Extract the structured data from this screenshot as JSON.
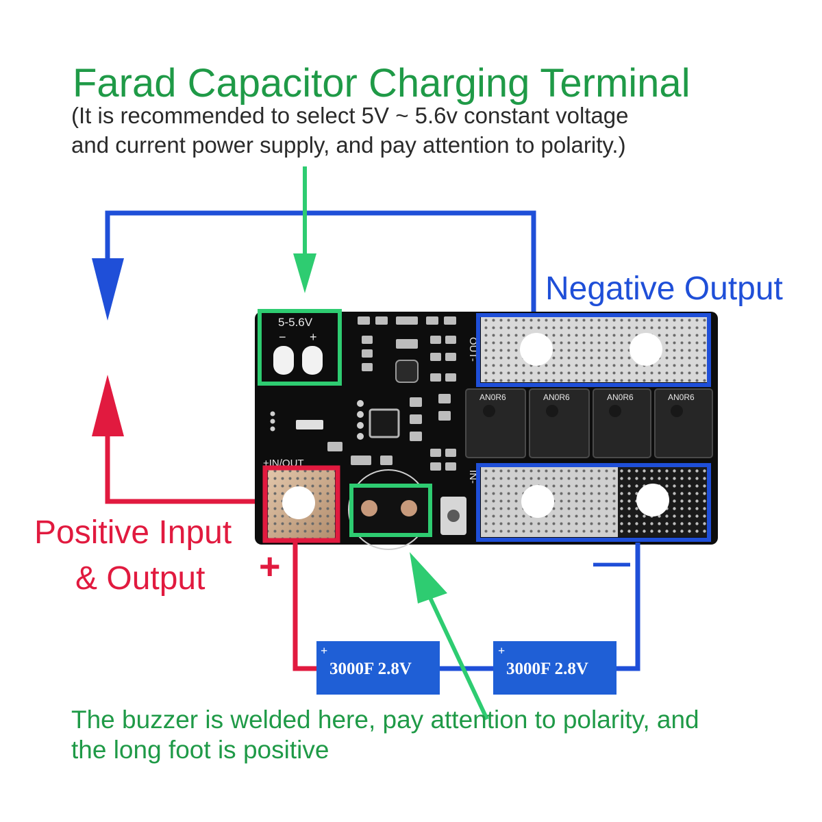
{
  "title": "Farad Capacitor Charging Terminal",
  "note_line1": "(It is recommended to select 5V ~ 5.6v constant voltage",
  "note_line2": "and current power supply, and pay attention to polarity.)",
  "negative_output_label": "Negative Output",
  "positive_label_line1": "Positive Input",
  "positive_label_line2": "& Output",
  "plus_mark": "+",
  "minus_mark": "—",
  "buzzer_line1": "The buzzer is welded here, pay attention to polarity, and",
  "buzzer_line2": "the long foot is positive",
  "board": {
    "voltage_label": "5-5.6V",
    "terminal_minus": "−",
    "terminal_plus": "+",
    "in_out_label": "+IN/OUT",
    "out_label": "OUT-",
    "in_label": "IN-",
    "mosfet_marking": "AN0R6"
  },
  "capacitors": [
    {
      "label": "3000F 2.8V",
      "polarity": "+"
    },
    {
      "label": "3000F 2.8V",
      "polarity": "+"
    }
  ],
  "colors": {
    "green": "#1f9a47",
    "blue": "#1f4fd8",
    "red": "#e11a3f",
    "pcb": "#0d0d0d",
    "capacitor": "#1f5fd6"
  }
}
